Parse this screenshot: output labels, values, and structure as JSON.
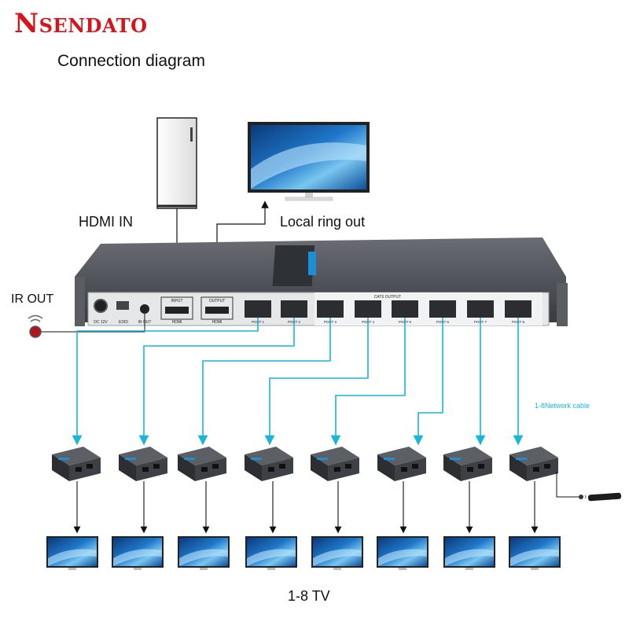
{
  "brand": "Nsendato",
  "title": "Connection diagram",
  "labels": {
    "hdmi_in": "HDMI  IN",
    "local_ring_out": "Local ring out",
    "ir_out": "IR  OUT",
    "network_cable": "1-8Network cable",
    "tv_caption": "1-8 TV"
  },
  "device": {
    "dc_label": "DC 12V",
    "edid_label": "EDID",
    "ir_out_label": "IR OUT",
    "input_label": "INPUT",
    "input_hdmi": "HDMI",
    "output_label": "OUTPUT",
    "output_hdmi": "HDMI",
    "cat6_label": "CAT6 OUTPUT",
    "ports": [
      "PORT 1",
      "PORT 2",
      "PORT 3",
      "PORT 4",
      "PORT 5",
      "PORT 6",
      "PORT 7",
      "PORT 8"
    ]
  },
  "colors": {
    "brand": "#d6141b",
    "cable": "#19b6d8",
    "device_body": "#4a4e54",
    "panel": "#e6e7e9"
  }
}
